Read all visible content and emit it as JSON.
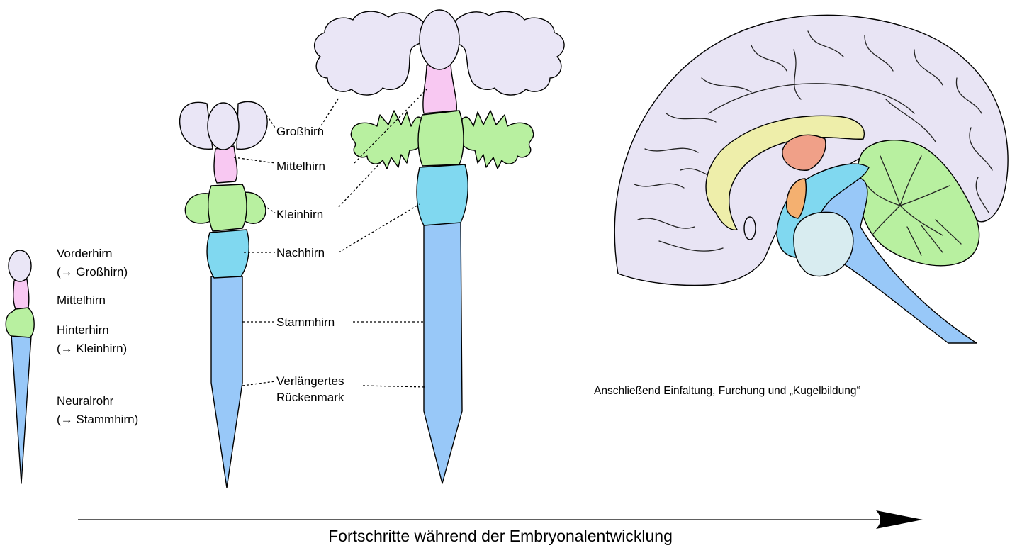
{
  "colors": {
    "forebrain": "#eae6f6",
    "midbrain": "#f8c8f2",
    "hindbrain": "#b8f0a0",
    "afterbrain": "#80d8f0",
    "neural_tube": "#98c8f8",
    "thalamus": "#f0a088",
    "hypothalamus": "#f4b070",
    "corpus_callosum": "#eeeeaa",
    "pons": "#d8ecf0",
    "cerebrum_side": "#e8e4f4"
  },
  "legend": {
    "vorderhirn": "Vorderhirn",
    "vorderhirn_note": "(→ Großhirn)",
    "mittelhirn": "Mittelhirn",
    "hinterhirn": "Hinterhirn",
    "hinterhirn_note": "(→ Kleinhirn)",
    "neuralrohr": "Neuralrohr",
    "neuralrohr_note": "(→ Stammhirn)"
  },
  "labels": {
    "grosshirn": "Großhirn",
    "mittelhirn": "Mittelhirn",
    "kleinhirn": "Kleinhirn",
    "nachhirn": "Nachhirn",
    "stammhirn": "Stammhirn",
    "verlaengertes_line1": "Verlängertes",
    "verlaengertes_line2": "Rückenmark"
  },
  "caption": "Anschließend Einfaltung, Furchung und „Kugelbildung“",
  "arrow_label": "Fortschritte während der Embryonalentwicklung"
}
